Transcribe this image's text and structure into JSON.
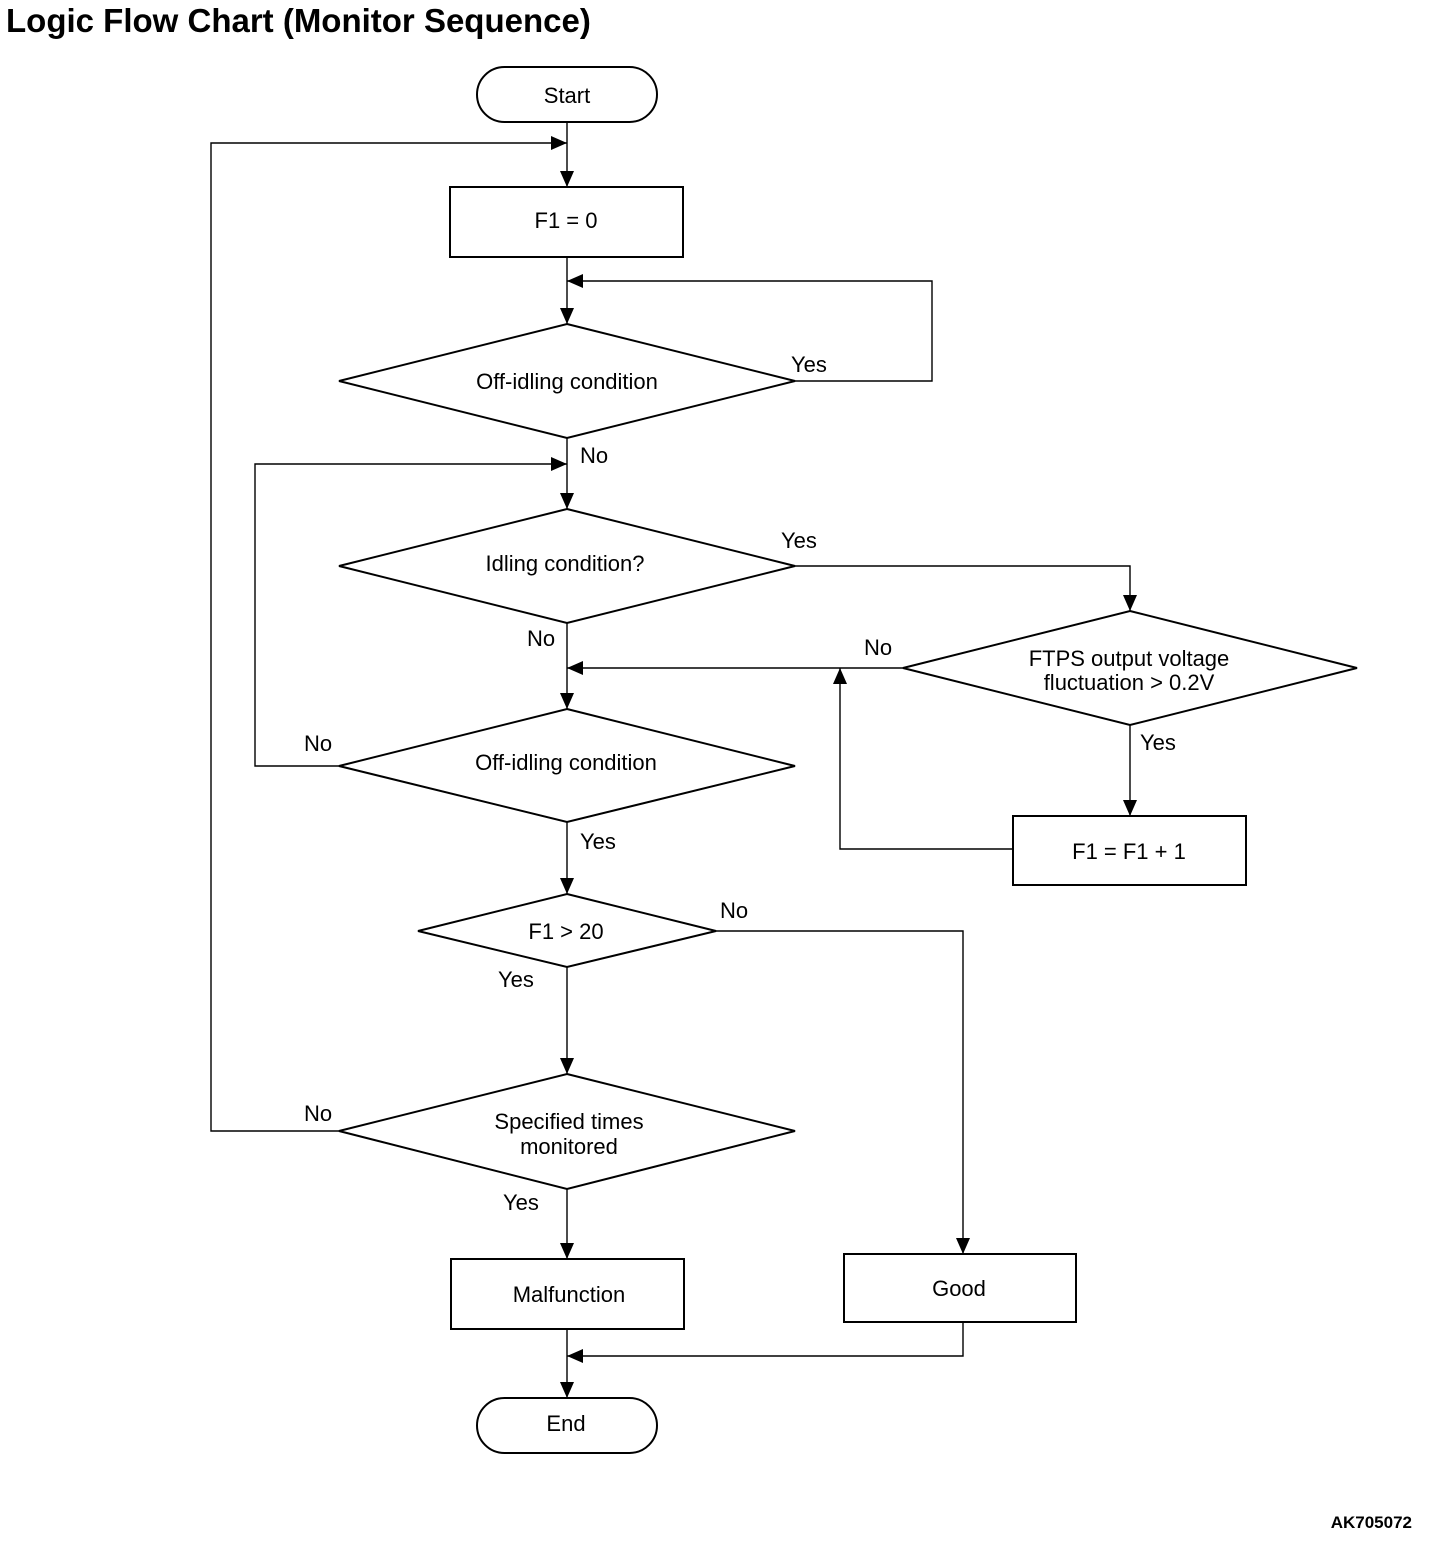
{
  "title": "Logic Flow Chart (Monitor Sequence)",
  "figure_id": "AK705072",
  "nodes": {
    "start": "Start",
    "f1_reset": "F1 = 0",
    "off_idling_1": "Off-idling condition",
    "idling": "Idling condition?",
    "ftps_line1": "FTPS output voltage",
    "ftps_line2": "fluctuation > 0.2V",
    "off_idling_2": "Off-idling condition",
    "f1_increment": "F1 = F1 + 1",
    "f1_gt_20": "F1 > 20",
    "specified_line1": "Specified times",
    "specified_line2": "monitored",
    "malfunction": "Malfunction",
    "good": "Good",
    "end": "End"
  },
  "branches": {
    "off_idling_1_yes": "Yes",
    "off_idling_1_no": "No",
    "idling_yes": "Yes",
    "idling_no": "No",
    "ftps_no": "No",
    "ftps_yes": "Yes",
    "off_idling_2_no": "No",
    "off_idling_2_yes": "Yes",
    "f1_gt_20_no": "No",
    "f1_gt_20_yes": "Yes",
    "specified_no": "No",
    "specified_yes": "Yes"
  }
}
